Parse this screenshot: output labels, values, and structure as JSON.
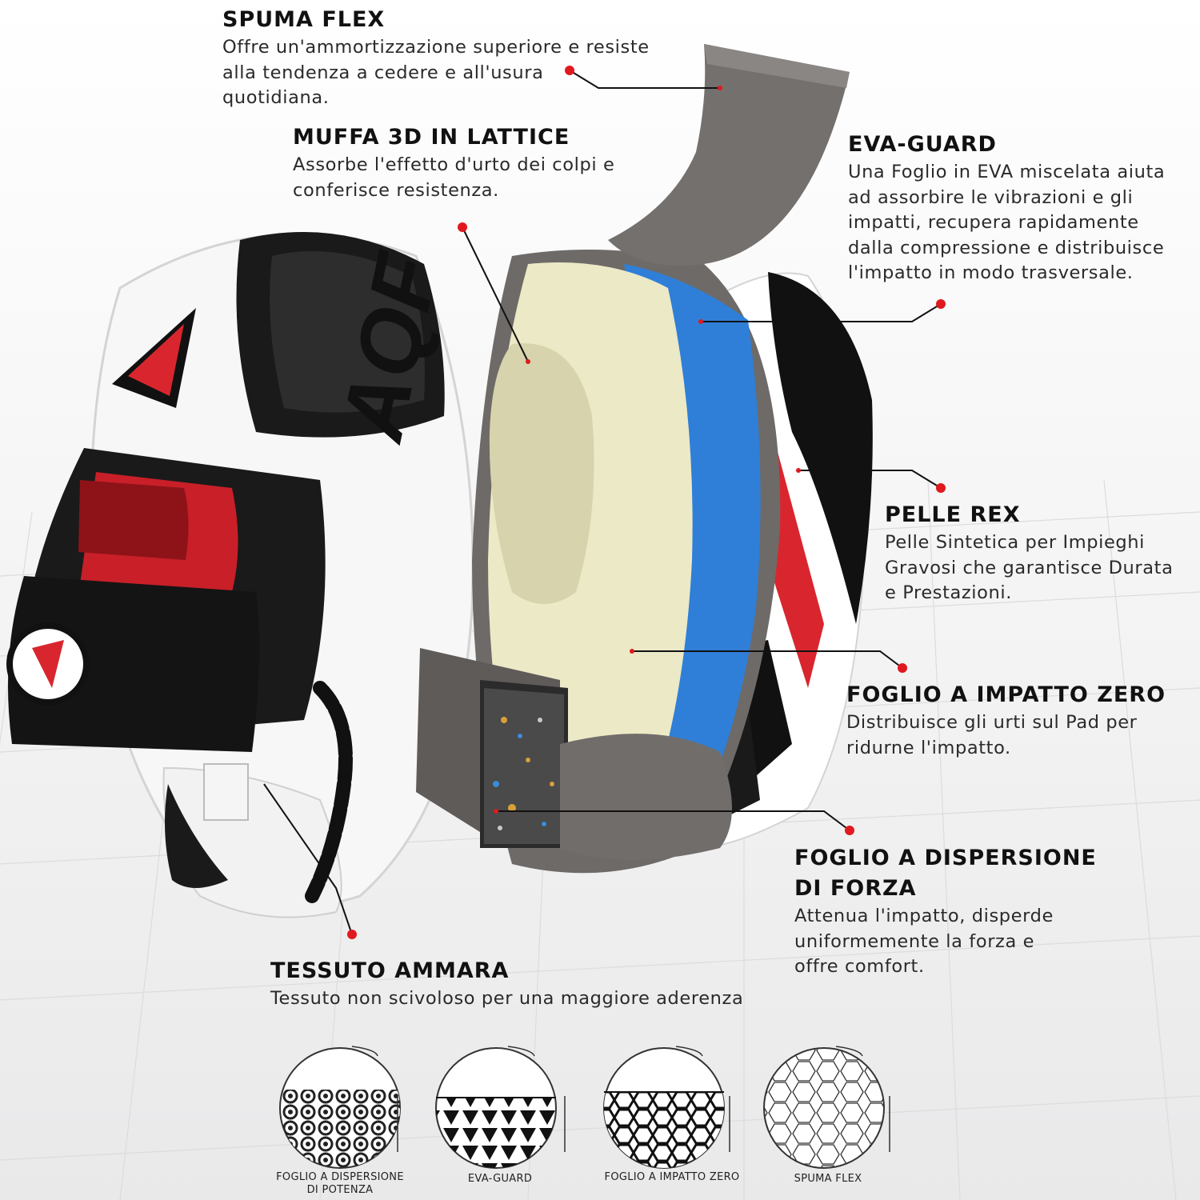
{
  "brand_text": "AQF",
  "colors": {
    "red": "#d9262e",
    "blue": "#2f7fd8",
    "cream": "#ece9c6",
    "grey_foam": "#6e6a68",
    "black": "#111111",
    "white": "#ffffff"
  },
  "callouts": [
    {
      "id": "spuma-flex",
      "title": "SPUMA FLEX",
      "body": [
        "Offre un'ammortizzazione superiore e resiste",
        "alla tendenza a cedere e all'usura",
        "quotidiana."
      ]
    },
    {
      "id": "muffa-3d",
      "title": "MUFFA 3D IN LATTICE",
      "body": [
        "Assorbe l'effetto d'urto dei colpi e",
        "conferisce resistenza."
      ]
    },
    {
      "id": "eva-guard",
      "title": "EVA-GUARD",
      "body": [
        "Una Foglio in EVA miscelata aiuta",
        "ad assorbire le vibrazioni e gli",
        "impatti, recupera rapidamente",
        "dalla compressione e distribuisce",
        "l'impatto in modo trasversale."
      ]
    },
    {
      "id": "pelle-rex",
      "title": "PELLE REX",
      "body": [
        "Pelle Sintetica per Impieghi",
        "Gravosi che garantisce Durata",
        "e Prestazioni."
      ]
    },
    {
      "id": "foglio-impatto-zero",
      "title": "FOGLIO A IMPATTO ZERO",
      "body": [
        "Distribuisce gli urti sul Pad per",
        "ridurne l'impatto."
      ]
    },
    {
      "id": "foglio-dispersione",
      "title": "FOGLIO A DISPERSIONE",
      "title2": "DI FORZA",
      "body": [
        "Attenua l'impatto, disperde",
        "uniformemente la forza e",
        "offre comfort."
      ]
    },
    {
      "id": "tessuto-ammara",
      "title": "TESSUTO AMMARA",
      "body": [
        "Tessuto non scivoloso per una maggiore aderenza"
      ]
    }
  ],
  "circles": [
    {
      "id": "dispersione",
      "label1": "FOGLIO A DISPERSIONE",
      "label2": "DI POTENZA"
    },
    {
      "id": "eva",
      "label1": "EVA-GUARD"
    },
    {
      "id": "impatto",
      "label1": "FOGLIO A IMPATTO ZERO"
    },
    {
      "id": "spuma",
      "label1": "SPUMA FLEX"
    }
  ]
}
